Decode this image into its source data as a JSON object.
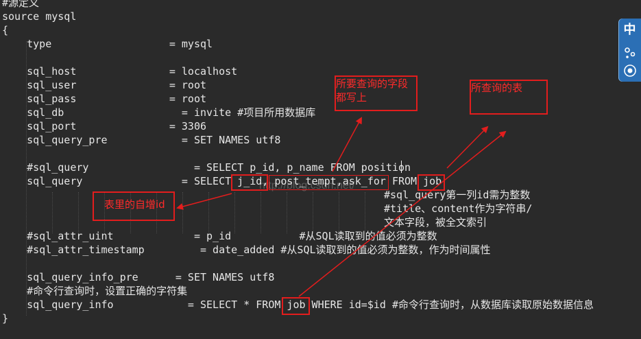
{
  "code_lines": [
    "#源定义",
    "source mysql",
    "{",
    "    type                   = mysql",
    "",
    "    sql_host               = localhost",
    "    sql_user               = root",
    "    sql_pass               = root",
    "    sql_db                   = invite #项目所用数据库",
    "    sql_port               = 3306",
    "    sql_query_pre            = SET NAMES utf8",
    "",
    "    #sql_query                 = SELECT p_id, p_name FROM position",
    "    sql_query                = SELECT j_id, post_tempt,ask_for FROM job",
    "",
    "",
    "",
    "    #sql_attr_uint             = p_id           #从SQL读取到的值必须为整数",
    "    #sql_attr_timestamp         = date_added #从SQL读取到的值必须为整数，作为时间属性",
    "",
    "    sql_query_info_pre      = SET NAMES utf8",
    "    #命令行查询时，设置正确的字符集",
    "    sql_query_info            = SELECT * FROM job WHERE id=$id #命令行查询时，从数据库读取原始数据信息",
    "}"
  ],
  "comment_block": [
    "#sql_query第一列id需为整数",
    "#title、content作为字符串/",
    "文本字段，被全文索引"
  ],
  "watermark": "http://blog.csdn.net/",
  "annotations": {
    "fields_note": "所要查询的字段都写上",
    "table_note": "所查询的表",
    "autoinc_note": "表里的自增id"
  },
  "widget": {
    "label": "中",
    "icons": [
      "settings-icon",
      "assistant-icon"
    ]
  },
  "colors": {
    "background": "#2a2a2a",
    "text": "#e6e6e6",
    "annotation": "#e31d1d"
  }
}
